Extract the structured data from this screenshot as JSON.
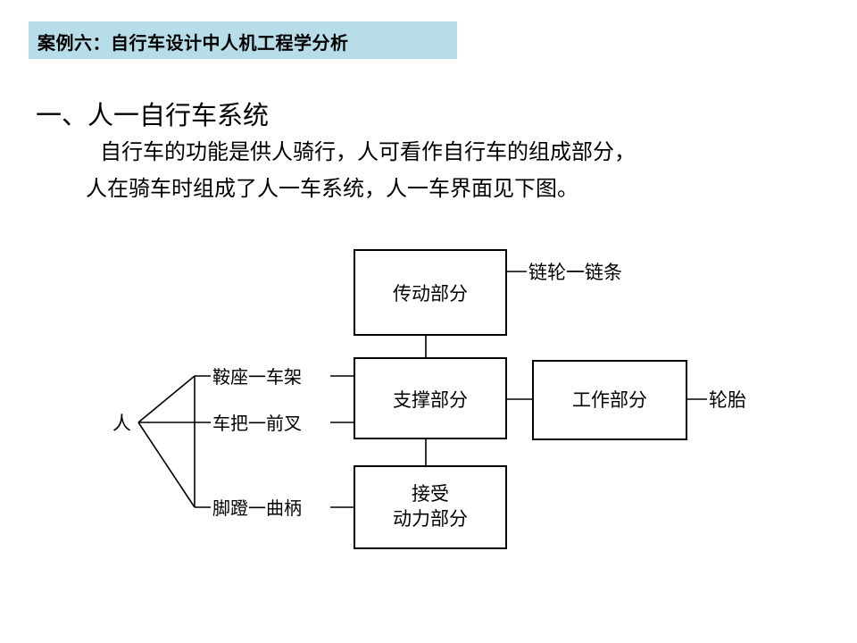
{
  "header": {
    "title": "案例六：自行车设计中人机工程学分析"
  },
  "section": {
    "heading": "一、人一自行车系统",
    "lines": [
      "自行车的功能是供人骑行，人可看作自行车的组成部分，",
      "人在骑车时组成了人一车系统，人一车界面见下图。"
    ]
  },
  "diagram": {
    "person": "人",
    "boxes": {
      "transmission": "传动部分",
      "support": "支撑部分",
      "work": "工作部分",
      "power_line1": "接受",
      "power_line2": "动力部分"
    },
    "labels": {
      "chain": "链轮一链条",
      "saddle": "鞍座一车架",
      "handlebar": "车把一前叉",
      "pedal": "脚蹬一曲柄",
      "tire": "轮胎"
    }
  }
}
